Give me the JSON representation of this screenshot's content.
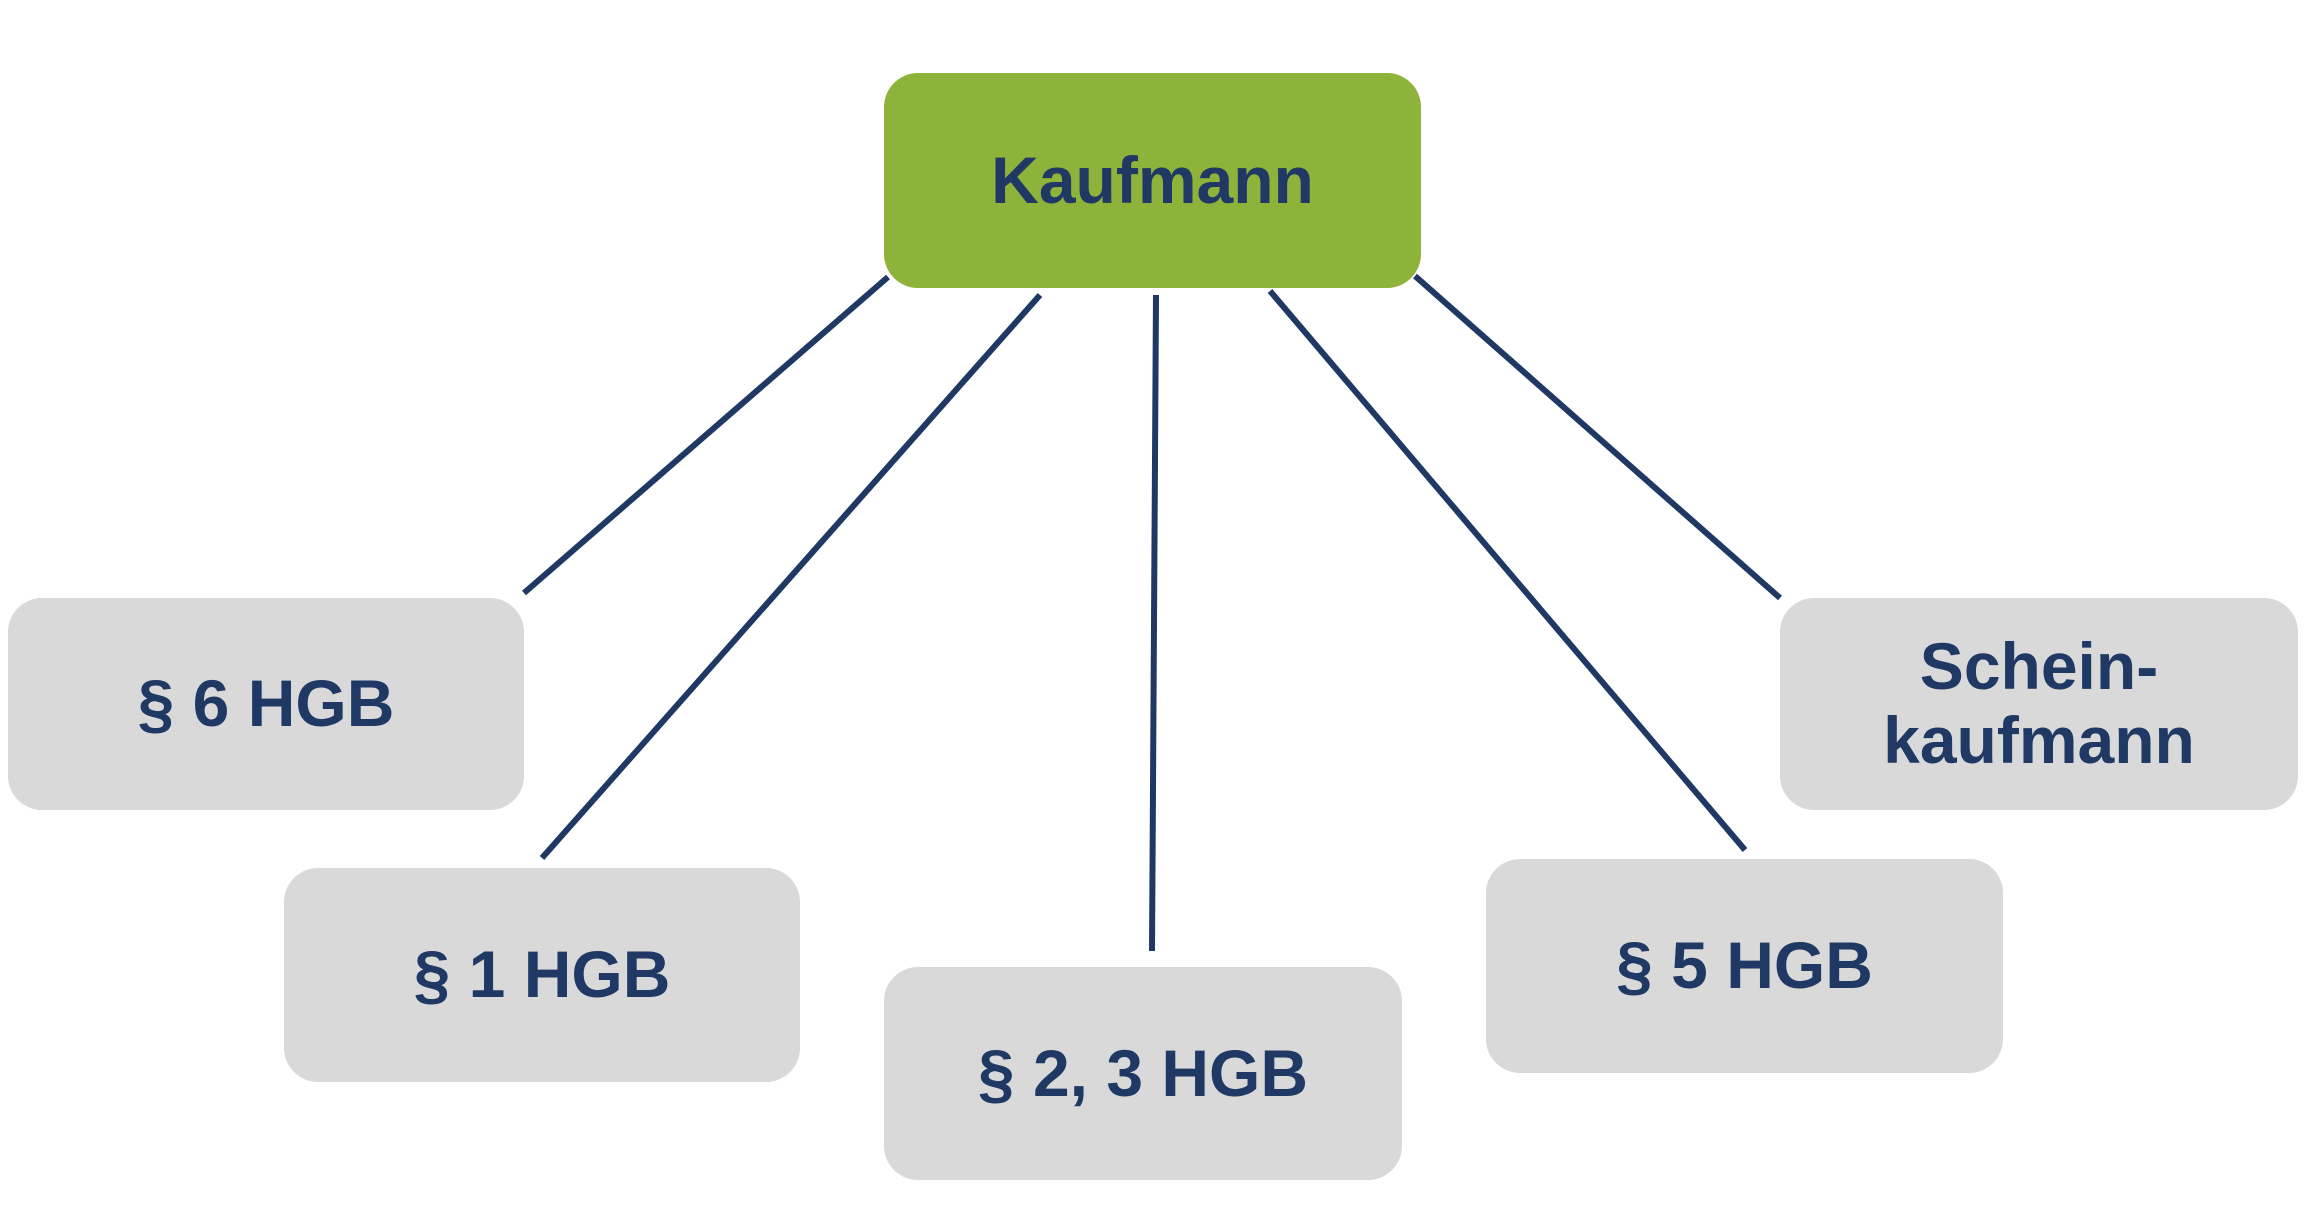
{
  "diagram": {
    "root": {
      "label": "Kaufmann"
    },
    "children": [
      {
        "id": "section-6",
        "label": "§ 6 HGB"
      },
      {
        "id": "section-1",
        "label": "§ 1 HGB"
      },
      {
        "id": "section-2-3",
        "label": "§ 2, 3 HGB"
      },
      {
        "id": "section-5",
        "label": "§ 5 HGB"
      },
      {
        "id": "scheinkaufmann",
        "label_line1": "Schein-",
        "label_line2": "kaufmann"
      }
    ]
  },
  "colors": {
    "root_fill": "#8db33a",
    "child_fill": "#d9d9d9",
    "text": "#1f3864",
    "connector": "#1f3864"
  }
}
